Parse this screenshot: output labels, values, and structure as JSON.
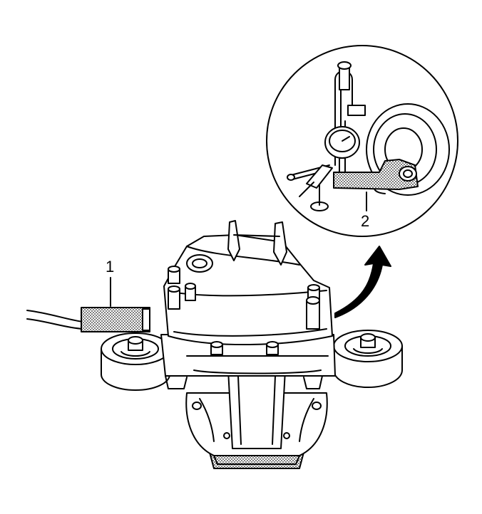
{
  "callouts": [
    {
      "id": "1",
      "label": "1"
    },
    {
      "id": "2",
      "label": "2"
    }
  ],
  "colors": {
    "line": "#000000",
    "background": "#ffffff",
    "stipple": "#4a4a4a"
  }
}
